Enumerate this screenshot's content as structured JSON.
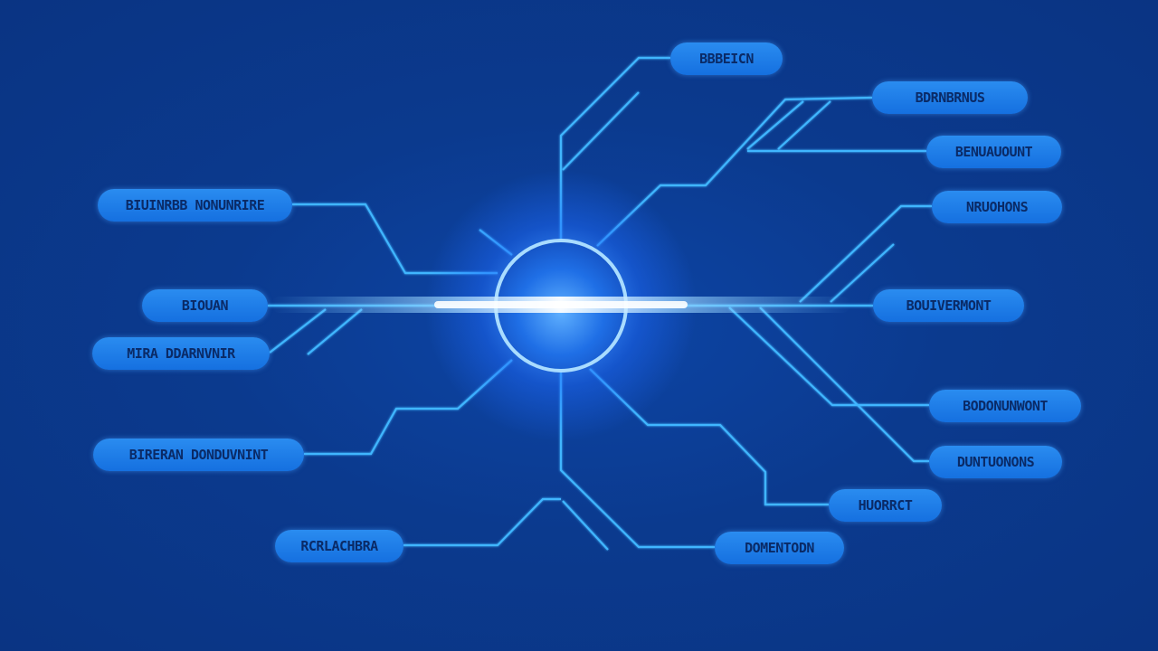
{
  "colors": {
    "background": "#0b3a8e",
    "line": "#3fb6ff",
    "node_fill": "#1570e0",
    "node_text": "#0a2a66",
    "hub_glow": "#1e6bff"
  },
  "hub": {
    "label": ""
  },
  "nodes": [
    {
      "id": "n1",
      "label": "BBBEICN"
    },
    {
      "id": "n2",
      "label": "BDRNBRNUS"
    },
    {
      "id": "n3",
      "label": "BENUAUOUNT"
    },
    {
      "id": "n4",
      "label": "NRUOHONS"
    },
    {
      "id": "n5",
      "label": "BOUIVERMONT"
    },
    {
      "id": "n6",
      "label": "BODONUNWONT"
    },
    {
      "id": "n7",
      "label": "DUNTUONONS"
    },
    {
      "id": "n8",
      "label": "HUORRCT"
    },
    {
      "id": "n9",
      "label": "DOMENTODN"
    },
    {
      "id": "n10",
      "label": "RCRLACHBRA"
    },
    {
      "id": "n11",
      "label": "BIUINRBB NONUNRIRE"
    },
    {
      "id": "n12",
      "label": "BIOUAN"
    },
    {
      "id": "n13",
      "label": "MIRA  DDARNVNIR"
    },
    {
      "id": "n14",
      "label": "BIRERAN  DONDUVNINT"
    }
  ]
}
